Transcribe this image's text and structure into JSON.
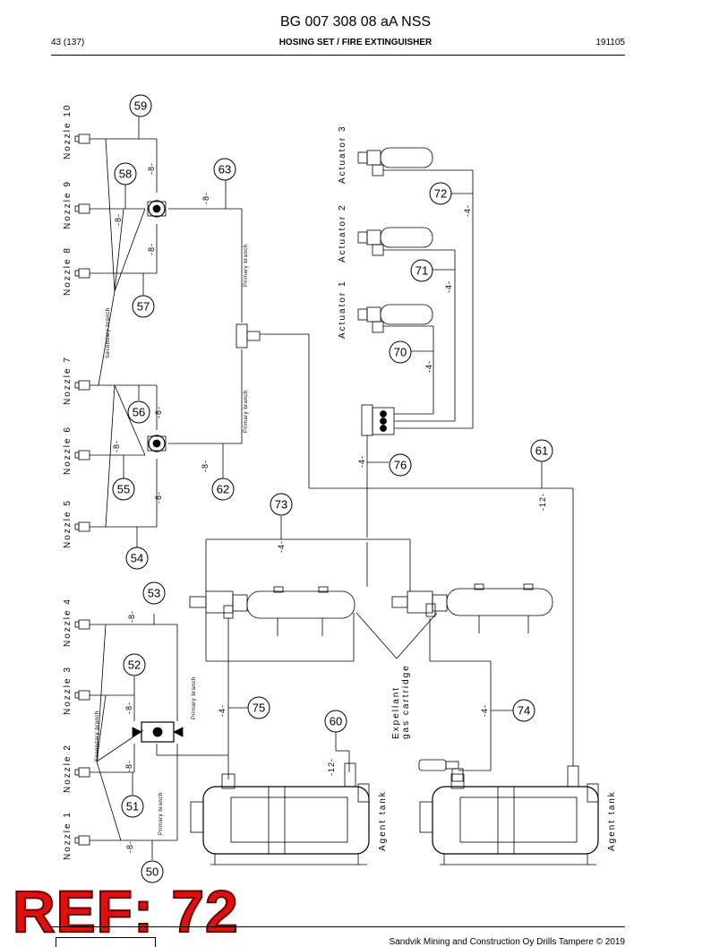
{
  "header": {
    "document_id": "BG 007 308 08 aA NSS",
    "page": "43 (137)",
    "section_title": "HOSING SET / FIRE EXTINGUISHER",
    "date": "191105"
  },
  "diagram": {
    "balloons": [
      "59",
      "58",
      "63",
      "72",
      "57",
      "71",
      "70",
      "56",
      "76",
      "61",
      "55",
      "62",
      "73",
      "54",
      "53",
      "52",
      "75",
      "74",
      "60",
      "51",
      "50"
    ],
    "nozzles": [
      "Nozzle 10",
      "Nozzle 9",
      "Nozzle 8",
      "Nozzle 7",
      "Nozzle 6",
      "Nozzle 5",
      "Nozzle 4",
      "Nozzle 3",
      "Nozzle 2",
      "Nozzle 1"
    ],
    "actuators": [
      "Actuator 3",
      "Actuator 2",
      "Actuator 1"
    ],
    "branches": {
      "primary": "Primary branch",
      "secondary": "Secondary branch"
    },
    "sizes": {
      "s8": "-8-",
      "s4": "-4-",
      "s12": "-12-"
    },
    "expellant_line1": "Expellant",
    "expellant_line2": "gas cartridge",
    "agent_tank": "Agent tank"
  },
  "reference": "REF: 72",
  "footer": {
    "copyright": "Sandvik Mining and Construction Oy Drills Tampere © 2019"
  }
}
